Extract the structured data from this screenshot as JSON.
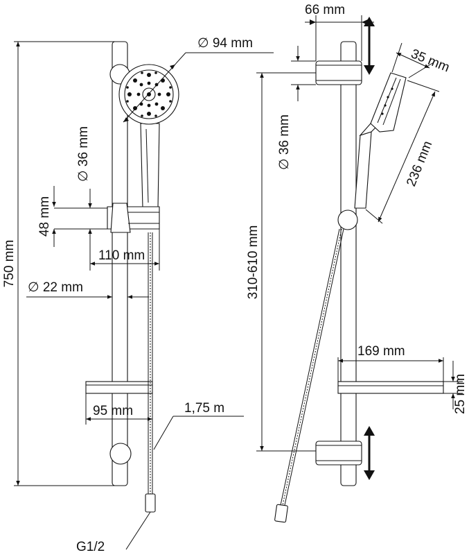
{
  "dimensions": {
    "overall_height": "750 mm",
    "head_diameter": "∅ 94 mm",
    "holder_diameter": "∅ 36 mm",
    "holder_height": "48 mm",
    "holder_projection": "110 mm",
    "rail_diameter": "∅ 22 mm",
    "shelf_width": "95 mm",
    "hose_length": "1,75 m",
    "connection": "G1/2",
    "bracket_depth": "66 mm",
    "head_thickness": "35 mm",
    "side_holder_diameter": "∅ 36 mm",
    "handset_length": "236 mm",
    "adjust_range": "310-610 mm",
    "shelf_depth": "169 mm",
    "shelf_height": "25 mm"
  }
}
